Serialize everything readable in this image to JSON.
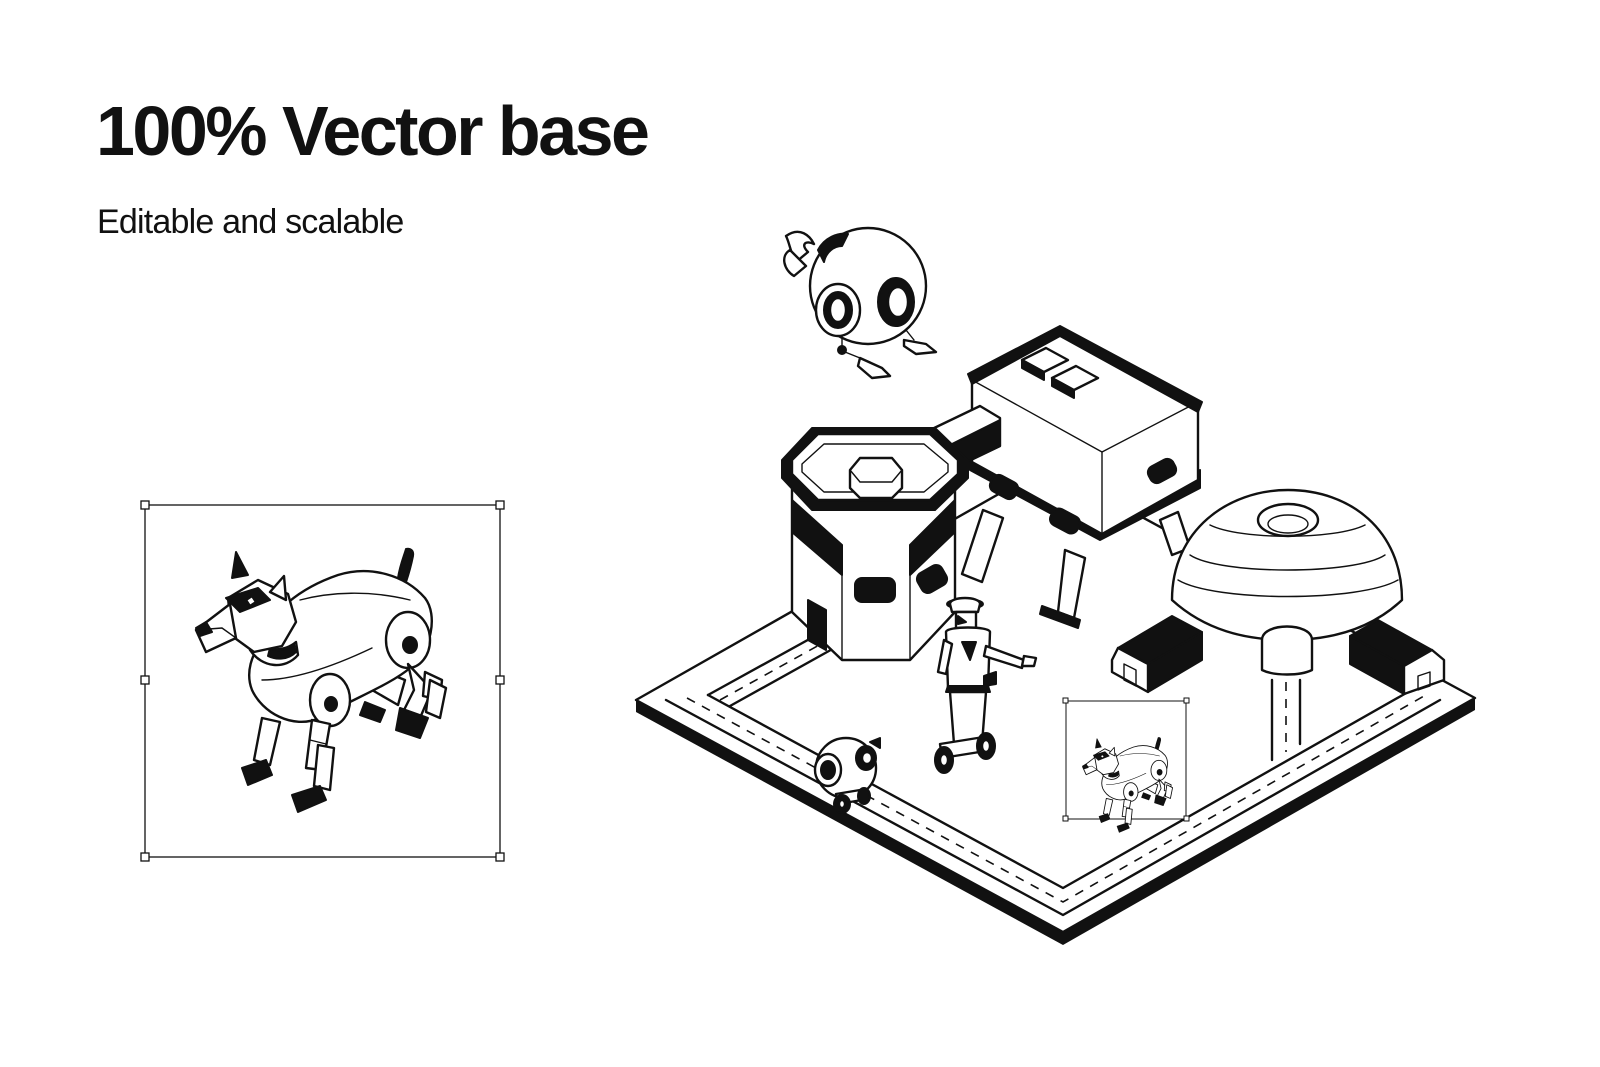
{
  "heading": {
    "title": "100% Vector base",
    "subtitle": "Editable and scalable"
  },
  "colors": {
    "background": "#ffffff",
    "ink": "#111111"
  },
  "illustrations": {
    "selected_item": "robot-dog",
    "scene_items": [
      "flying-robot",
      "octagon-building",
      "raised-building",
      "dome",
      "barn-left",
      "barn-right",
      "police-robot-on-hoverboard",
      "small-wheeled-robot",
      "robot-dog"
    ]
  }
}
